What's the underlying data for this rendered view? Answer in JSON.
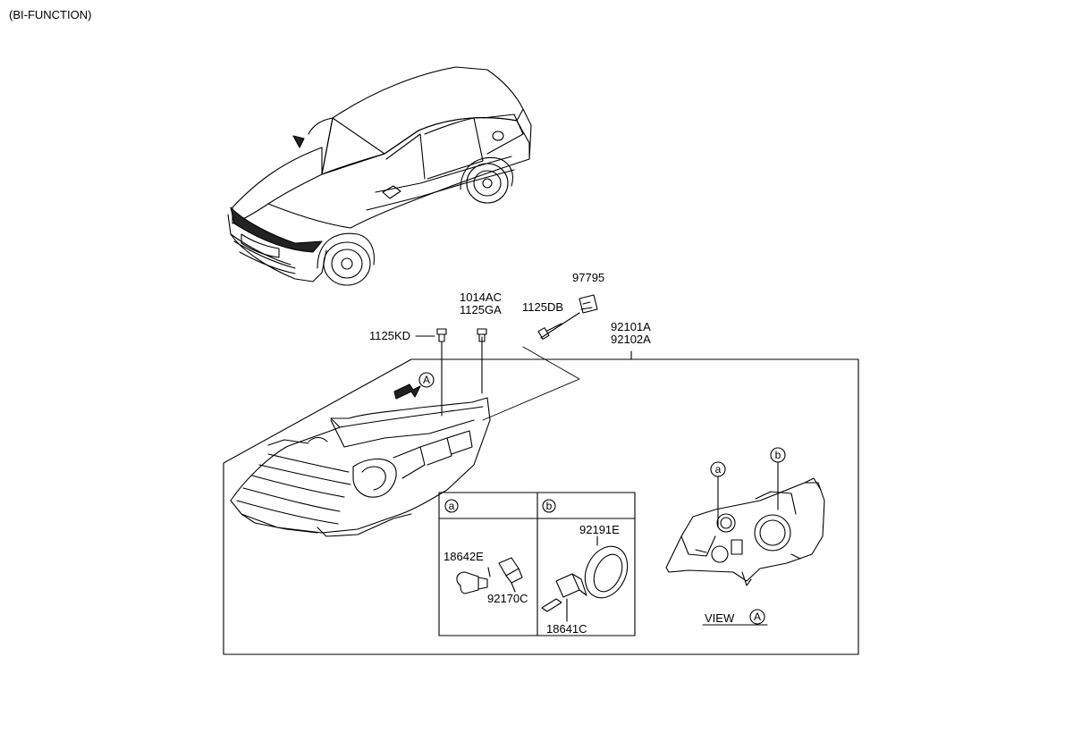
{
  "header": {
    "variant": "(BI-FUNCTION)"
  },
  "callouts": {
    "screw_1125KD": "1125KD",
    "screw_1014AC": "1014AC",
    "screw_1125GA": "1125GA",
    "screw_1125DB": "1125DB",
    "clip_97795": "97795",
    "assy_92101A": "92101A",
    "assy_92102A": "92102A"
  },
  "detail_a": {
    "marker": "a",
    "bulb": "18642E",
    "socket": "92170C"
  },
  "detail_b": {
    "marker": "b",
    "cap": "92191E",
    "bulb": "18641C"
  },
  "view": {
    "label": "VIEW",
    "marker": "A"
  },
  "arrow_marker": "A",
  "rear_markers": {
    "a": "a",
    "b": "b"
  }
}
